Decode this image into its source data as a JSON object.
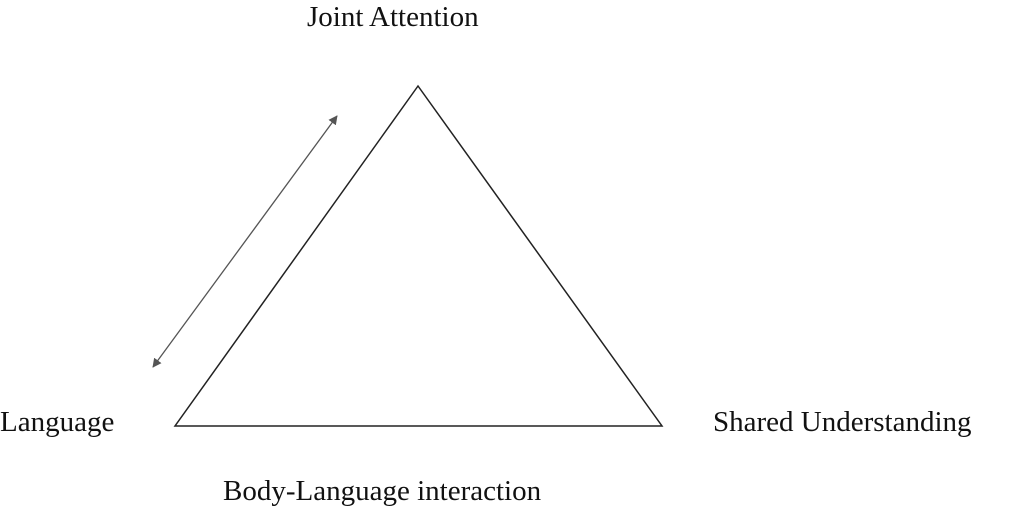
{
  "labels": {
    "top": "Joint Attention",
    "left": "Language",
    "right": "Shared Understanding",
    "bottom": "Body-Language interaction"
  },
  "colors": {
    "triangle": "#222222",
    "arrow": "#555555"
  }
}
